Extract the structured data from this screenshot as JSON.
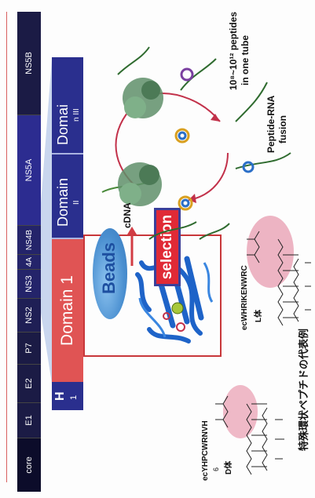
{
  "genome_bar": {
    "segments": [
      {
        "label": "core",
        "color": "#0c0c2a"
      },
      {
        "label": "E1",
        "color": "#1b1b45"
      },
      {
        "label": "E2",
        "color": "#1b1b45"
      },
      {
        "label": "P7",
        "color": "#1b1b45"
      },
      {
        "label": "NS2",
        "color": "#1f1f55"
      },
      {
        "label": "NS3",
        "color": "#24246a"
      },
      {
        "label": "4A",
        "color": "#24246a"
      },
      {
        "label": "NS4B",
        "color": "#24246a"
      },
      {
        "label": "NS5A",
        "color": "#2c2c90"
      },
      {
        "label": "NS5B",
        "color": "#1b1b45"
      }
    ]
  },
  "domains": {
    "h_label": "H",
    "one_label": "1",
    "domain1": "Domain 1",
    "domain2": "Domain",
    "domain2_num": "II",
    "domain3": "Domai",
    "domain3_num": "n III"
  },
  "labels": {
    "beads": "Beads",
    "selection": "selection",
    "cdna": "cDNA",
    "library_size": "10⁸~10¹² peptides",
    "library_size_2": "in one tube",
    "fusion": "Peptide-RNA",
    "fusion_2": "fusion",
    "peptide_left": "ecYHPCWRNVH",
    "peptide_left_note": "6",
    "peptide_left_sub": "D体",
    "peptide_right": "ecWHRIKENWRC",
    "peptide_right_sub": "L体",
    "caption": "特殊環状ペプチドの代表例"
  },
  "colors": {
    "domain1": "#e05454",
    "domain_blue": "#2a2f8e",
    "beads": "#4a8fd0",
    "selection": "#e02a36",
    "frame": "#c8373a",
    "ring": "#c2314a",
    "pink": "#e9a1b4"
  }
}
